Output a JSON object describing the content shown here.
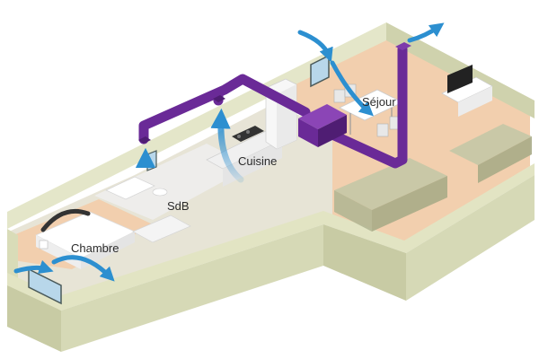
{
  "rooms": {
    "chambre": "Chambre",
    "sdb": "SdB",
    "cuisine": "Cuisine",
    "sejour": "Séjour"
  },
  "colors": {
    "duct": "#6a2a97",
    "duct_dark": "#4f1d73",
    "air_flow": "#2c8fd0",
    "floor_wood": "#f2cfae",
    "floor_tile": "#e7e4d6",
    "wall": "#e4e6c9",
    "wall_side": "#cfd2ad"
  },
  "icons": {
    "ventilation_unit": "vmc-box-icon",
    "air_flow": "arrow-icon"
  }
}
